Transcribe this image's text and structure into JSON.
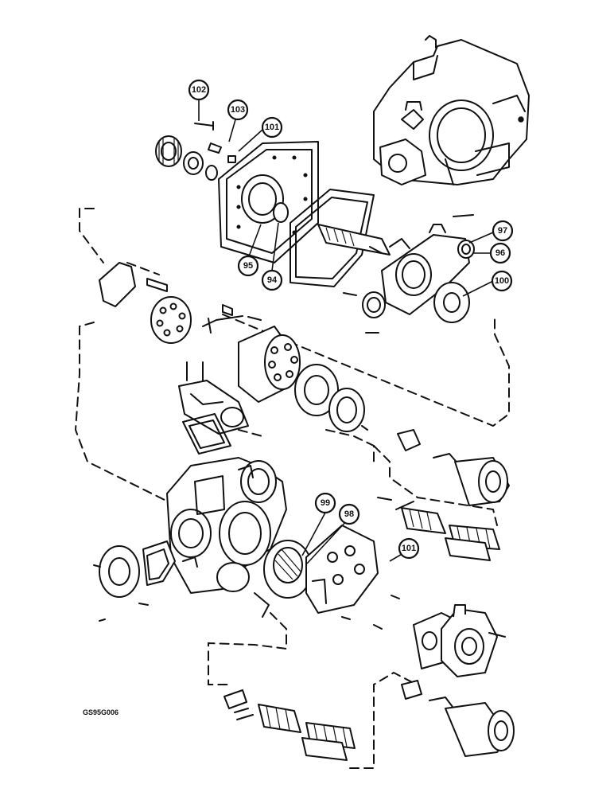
{
  "callouts": [
    "102",
    "103",
    "101",
    "97",
    "96",
    "95",
    "94",
    "100",
    "99",
    "98",
    "101"
  ],
  "figure_code": "GS95G006"
}
